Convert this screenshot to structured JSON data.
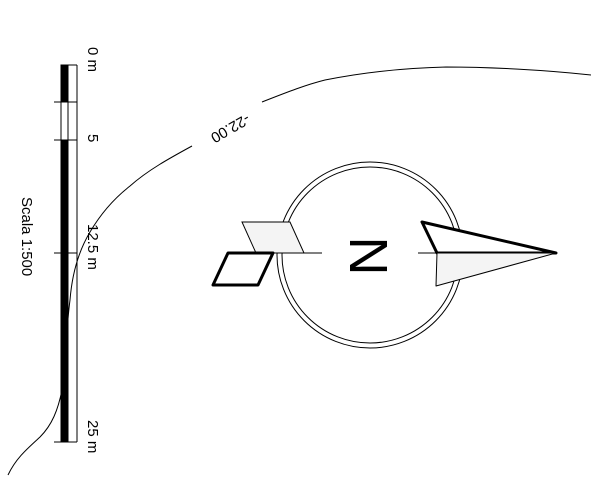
{
  "contour": {
    "label": "-22.00"
  },
  "scale_bar": {
    "title": "Scala 1:500",
    "ticks": [
      "0 m",
      "5",
      "12.5 m",
      "25 m"
    ]
  },
  "north_arrow": {
    "letter": "N"
  },
  "colors": {
    "ink": "#000000",
    "fill_light": "#f4f4f4",
    "background": "#ffffff"
  }
}
